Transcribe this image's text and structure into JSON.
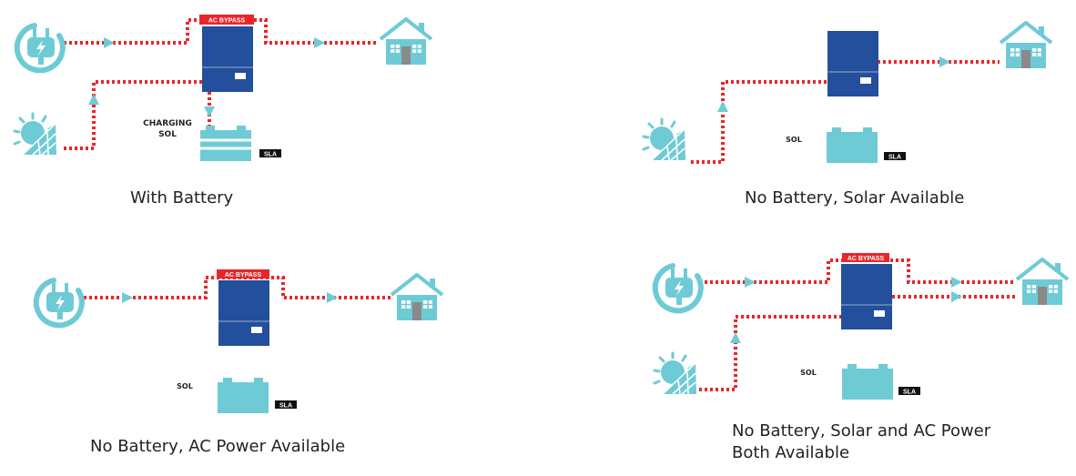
{
  "colors": {
    "flow_line": "#e8262b",
    "icon_teal": "#6ecbd6",
    "inverter_blue": "#234f9c",
    "badge_bg": "#e8262b",
    "badge_text": "#ffffff",
    "caption_text": "#222222"
  },
  "panels": [
    {
      "caption": "With Battery",
      "badge": "AC BYPASS",
      "labels": [
        "CHARGING",
        "SOL"
      ],
      "battery_tag": "SLA",
      "icons": [
        "ac-plug-icon",
        "solar-panel-icon",
        "inverter-icon",
        "battery-icon",
        "house-icon"
      ]
    },
    {
      "caption": "No Battery, Solar Available",
      "labels": [
        "SOL"
      ],
      "battery_tag": "SLA",
      "icons": [
        "solar-panel-icon",
        "inverter-icon",
        "battery-icon",
        "house-icon"
      ]
    },
    {
      "caption": "No Battery, AC Power Available",
      "badge": "AC BYPASS",
      "labels": [
        "SOL"
      ],
      "battery_tag": "SLA",
      "icons": [
        "ac-plug-icon",
        "inverter-icon",
        "battery-icon",
        "house-icon"
      ]
    },
    {
      "caption_lines": [
        "No Battery, Solar and AC Power",
        "Both Available"
      ],
      "badge": "AC BYPASS",
      "labels": [
        "SOL"
      ],
      "battery_tag": "SLA",
      "icons": [
        "ac-plug-icon",
        "solar-panel-icon",
        "inverter-icon",
        "battery-icon",
        "house-icon"
      ]
    }
  ]
}
